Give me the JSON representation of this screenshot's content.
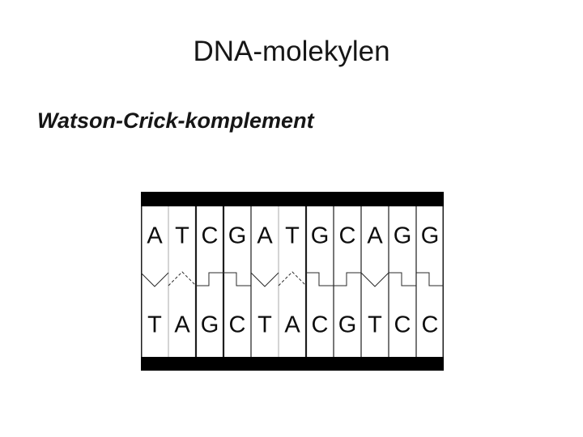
{
  "slide": {
    "title": "DNA-molekylen",
    "subtitle": "Watson-Crick-komplement",
    "background_color": "#ffffff",
    "text_color": "#161616"
  },
  "diagram": {
    "description": "dna-double-strand-base-pairing",
    "top_strand": "ATCGATGCAGG",
    "bottom_strand": "TAGCTACGTCC",
    "pairs": [
      {
        "top": "A",
        "bottom": "T",
        "bond": "v-down"
      },
      {
        "top": "T",
        "bottom": "A",
        "bond": "v-up"
      },
      {
        "top": "C",
        "bottom": "G",
        "bond": "step-up"
      },
      {
        "top": "G",
        "bottom": "C",
        "bond": "step-down"
      },
      {
        "top": "A",
        "bottom": "T",
        "bond": "v-down"
      },
      {
        "top": "T",
        "bottom": "A",
        "bond": "v-up"
      },
      {
        "top": "G",
        "bottom": "C",
        "bond": "step-down"
      },
      {
        "top": "C",
        "bottom": "G",
        "bond": "step-up"
      },
      {
        "top": "A",
        "bottom": "T",
        "bond": "v-down"
      },
      {
        "top": "G",
        "bottom": "C",
        "bond": "step-down"
      },
      {
        "top": "G",
        "bottom": "C",
        "bond": "step-down"
      }
    ],
    "colors": {
      "bar": "#000000",
      "cell_background": "#ffffff",
      "bond_line": "#2a2a2a",
      "separator": "#1d1d1d",
      "light_separator": "#b8b8b8",
      "letter": "#0d0d0d"
    }
  }
}
